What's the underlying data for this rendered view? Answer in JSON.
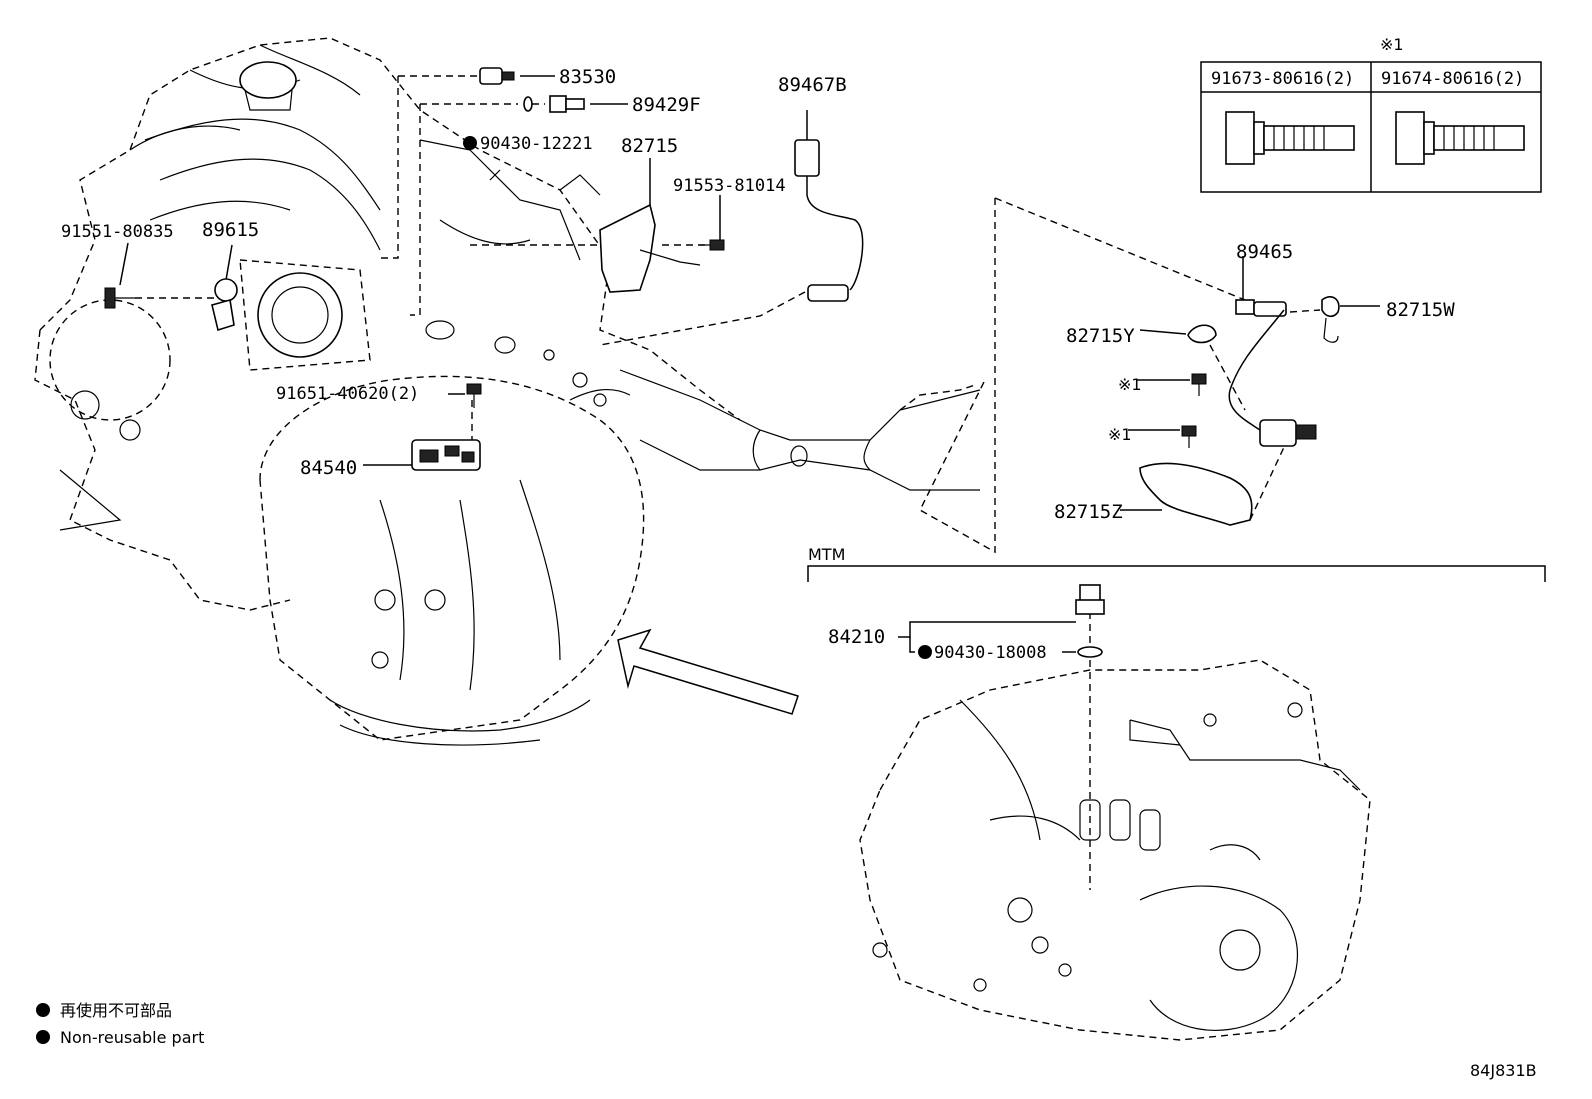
{
  "parts": {
    "p83530": "83530",
    "p89429F": "89429F",
    "p90430_12221": "90430-12221",
    "p82715": "82715",
    "p91553_81014": "91553-81014",
    "p89467B": "89467B",
    "p91551_80835": "91551-80835",
    "p89615": "89615",
    "p91651_40620": "91651-40620(2)",
    "p84540": "84540",
    "p89465": "89465",
    "p82715W": "82715W",
    "p82715Y": "82715Y",
    "p82715Z": "82715Z",
    "p84210": "84210",
    "p90430_18008": "90430-18008"
  },
  "note_table": {
    "mark": "※1",
    "col1": "91673-80616(2)",
    "col2": "91674-80616(2)"
  },
  "bolt_marks": {
    "upper": "※1",
    "lower": "※1"
  },
  "section": {
    "mtm": "MTM"
  },
  "legend": {
    "jp": "再使用不可部品",
    "en": "Non-reusable part"
  },
  "figure_code": "84J831B"
}
